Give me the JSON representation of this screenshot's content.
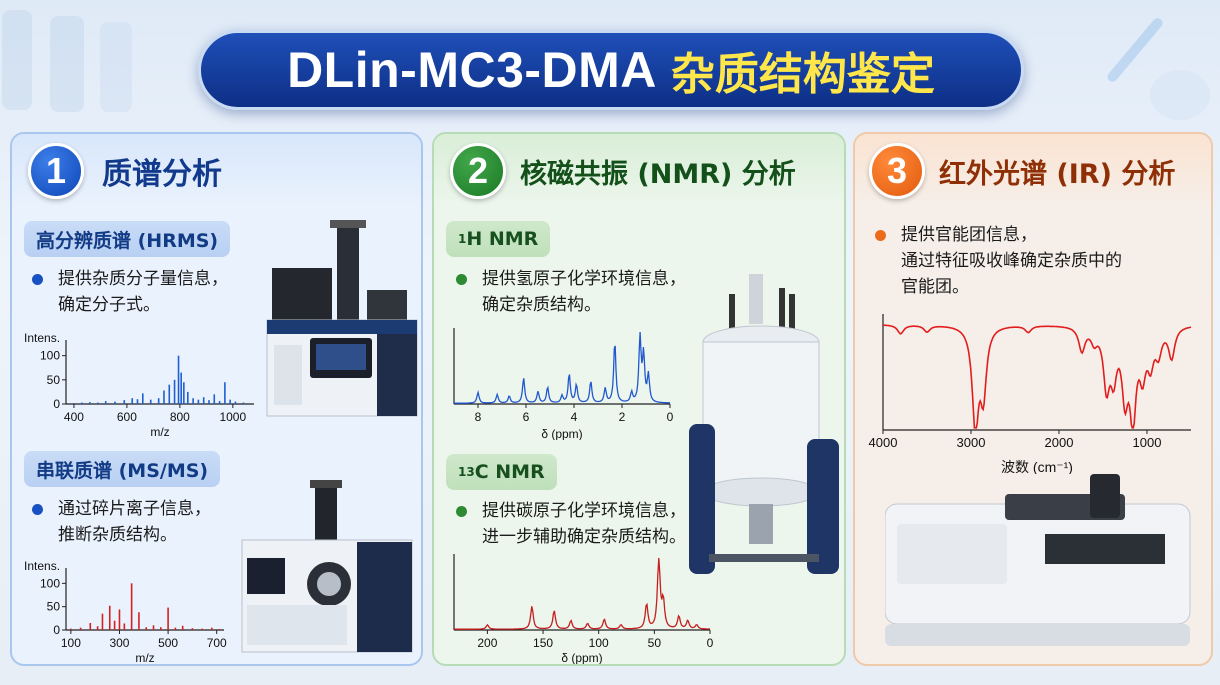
{
  "title": {
    "en": "DLin-MC3-DMA",
    "zh": "杂质结构鉴定"
  },
  "panels": [
    {
      "number": "1",
      "title": "质谱分析",
      "sections": [
        {
          "pill": "高分辨质谱 (HRMS)",
          "bullet_lines": [
            "提供杂质分子量信息，",
            "确定分子式。"
          ]
        },
        {
          "pill": "串联质谱 (MS/MS)",
          "bullet_lines": [
            "通过碎片离子信息，",
            "推断杂质结构。"
          ]
        }
      ]
    },
    {
      "number": "2",
      "title": "核磁共振 (NMR) 分析",
      "sections": [
        {
          "pill_sup": "1",
          "pill": "H NMR",
          "bullet_lines": [
            "提供氢原子化学环境信息，",
            "确定杂质结构。"
          ]
        },
        {
          "pill_sup": "13",
          "pill": "C NMR",
          "bullet_lines": [
            "提供碳原子化学环境信息，",
            "进一步辅助确定杂质结构。"
          ]
        }
      ]
    },
    {
      "number": "3",
      "title": "红外光谱 (IR) 分析",
      "sections": [
        {
          "bullet_lines": [
            "提供官能团信息，",
            "通过特征吸收峰确定杂质中的",
            "官能团。"
          ]
        }
      ]
    }
  ],
  "chart_data": [
    {
      "type": "bar",
      "ylabel": "Intens.",
      "xlabel": "m/z",
      "color": "#1f5fd0",
      "xlim": [
        370,
        1080
      ],
      "ylim": [
        0,
        120
      ],
      "xticks": [
        400,
        600,
        800,
        1000
      ],
      "yticks": [
        0,
        50,
        100
      ],
      "x": [
        400,
        430,
        460,
        490,
        520,
        555,
        590,
        620,
        640,
        660,
        690,
        720,
        740,
        760,
        780,
        795,
        805,
        815,
        830,
        850,
        870,
        890,
        910,
        930,
        950,
        970,
        990,
        1010,
        1040
      ],
      "y": [
        2,
        3,
        4,
        3,
        6,
        5,
        8,
        12,
        10,
        22,
        9,
        12,
        28,
        40,
        50,
        100,
        65,
        45,
        25,
        12,
        9,
        14,
        8,
        20,
        6,
        45,
        9,
        5,
        3
      ]
    },
    {
      "type": "bar",
      "ylabel": "Intens.",
      "xlabel": "m/z",
      "color": "#d62020",
      "xlim": [
        80,
        730
      ],
      "ylim": [
        0,
        120
      ],
      "xticks": [
        100,
        300,
        500,
        700
      ],
      "yticks": [
        0,
        50,
        100
      ],
      "x": [
        100,
        140,
        180,
        210,
        230,
        260,
        280,
        300,
        320,
        350,
        380,
        410,
        440,
        470,
        500,
        530,
        560,
        600,
        640,
        680,
        710
      ],
      "y": [
        3,
        5,
        15,
        8,
        35,
        52,
        20,
        44,
        14,
        100,
        38,
        6,
        10,
        6,
        48,
        5,
        9,
        4,
        3,
        5,
        2
      ]
    },
    {
      "type": "line",
      "xlabel": "δ (ppm)",
      "color": "#2158cf",
      "xlim": [
        9,
        0
      ],
      "ylim": [
        0,
        100
      ],
      "xticks": [
        8,
        6,
        4,
        2,
        0
      ],
      "peaks": [
        [
          8,
          15
        ],
        [
          7.2,
          12
        ],
        [
          6.7,
          10
        ],
        [
          6.1,
          35
        ],
        [
          5.5,
          16
        ],
        [
          5.1,
          22
        ],
        [
          4.5,
          10
        ],
        [
          4.2,
          40
        ],
        [
          3.9,
          25
        ],
        [
          3.3,
          30
        ],
        [
          2.7,
          20
        ],
        [
          2.3,
          85
        ],
        [
          1.6,
          14
        ],
        [
          1.25,
          92
        ],
        [
          1.1,
          65
        ],
        [
          0.9,
          38
        ]
      ]
    },
    {
      "type": "line",
      "xlabel": "δ (ppm)",
      "color": "#c41e1e",
      "xlim": [
        230,
        0
      ],
      "ylim": [
        0,
        100
      ],
      "xticks": [
        200,
        150,
        100,
        50,
        0
      ],
      "peaks": [
        [
          200,
          6
        ],
        [
          160,
          32
        ],
        [
          140,
          26
        ],
        [
          125,
          12
        ],
        [
          110,
          8
        ],
        [
          95,
          14
        ],
        [
          80,
          6
        ],
        [
          57,
          35
        ],
        [
          46,
          100
        ],
        [
          42,
          38
        ],
        [
          28,
          18
        ],
        [
          20,
          12
        ],
        [
          12,
          6
        ]
      ]
    },
    {
      "type": "line",
      "xlabel": "波数 (cm⁻¹)",
      "color": "#e21d1d",
      "xlim": [
        4000,
        500
      ],
      "ylim": [
        0,
        100
      ],
      "xticks": [
        4000,
        3000,
        2000,
        1000
      ],
      "dips": [
        [
          3800,
          8
        ],
        [
          3500,
          6
        ],
        [
          2950,
          92
        ],
        [
          2860,
          60
        ],
        [
          2350,
          6
        ],
        [
          1740,
          22
        ],
        [
          1600,
          12
        ],
        [
          1460,
          52
        ],
        [
          1380,
          40
        ],
        [
          1250,
          58
        ],
        [
          1160,
          80
        ],
        [
          1050,
          38
        ],
        [
          960,
          30
        ],
        [
          870,
          22
        ],
        [
          720,
          28
        ]
      ]
    }
  ]
}
